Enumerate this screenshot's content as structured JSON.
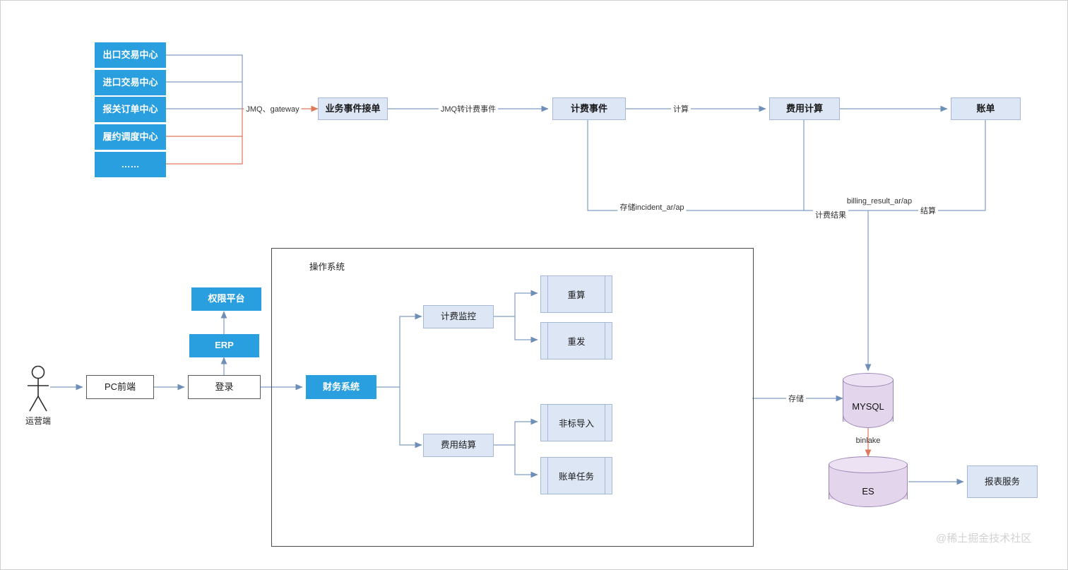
{
  "diagram": {
    "watermark": "@稀土掘金技术社区",
    "container": {
      "label": "操作系统"
    },
    "actor": {
      "label": "运营端",
      "name": "actor-operator"
    },
    "sources": [
      {
        "label": "出口交易中心"
      },
      {
        "label": "进口交易中心"
      },
      {
        "label": "报关订单中心"
      },
      {
        "label": "履约调度中心"
      },
      {
        "label": "……"
      }
    ],
    "top_flow": [
      {
        "id": "biz-event-intake",
        "label": "业务事件接单"
      },
      {
        "id": "billing-event",
        "label": "计费事件"
      },
      {
        "id": "fee-calculation",
        "label": "费用计算"
      },
      {
        "id": "bill",
        "label": "账单"
      }
    ],
    "left_flow": [
      {
        "id": "pc-frontend",
        "label": "PC前端"
      },
      {
        "id": "login",
        "label": "登录"
      },
      {
        "id": "erp",
        "label": "ERP"
      },
      {
        "id": "auth-platform",
        "label": "权限平台"
      },
      {
        "id": "finance-system",
        "label": "财务系统"
      }
    ],
    "ops_nodes": [
      {
        "id": "billing-monitor",
        "label": "计费监控"
      },
      {
        "id": "fee-settlement",
        "label": "费用结算"
      }
    ],
    "ops_sub_nodes": [
      {
        "id": "recalculate",
        "label": "重算"
      },
      {
        "id": "resend",
        "label": "重发"
      },
      {
        "id": "nonstandard-import",
        "label": "非标导入"
      },
      {
        "id": "bill-task",
        "label": "账单任务"
      }
    ],
    "stores": [
      {
        "id": "mysql",
        "label": "MYSQL"
      },
      {
        "id": "es",
        "label": "ES"
      }
    ],
    "services": [
      {
        "id": "report-service",
        "label": "报表服务"
      }
    ],
    "edge_labels": {
      "jmq_gateway": "JMQ、gateway",
      "jmq_to_billing": "JMQ转计费事件",
      "calculate": "计算",
      "store_incident": "存储incident_ar/ap",
      "billing_result_label": "计费结果",
      "billing_result_table": "billing_result_ar/ap",
      "settle": "结算",
      "store": "存储",
      "binlake": "binlake"
    },
    "colors": {
      "accent_blue": "#2a9fe0",
      "light_blue_fill": "#dde6f5",
      "light_blue_border": "#a7b8d6",
      "edge_blue": "#7f9ec4",
      "edge_orange": "#e0785a",
      "cylinder_fill": "#e3d6ec",
      "cylinder_border": "#9c86b5",
      "dark_border": "#5b5b5b"
    }
  }
}
